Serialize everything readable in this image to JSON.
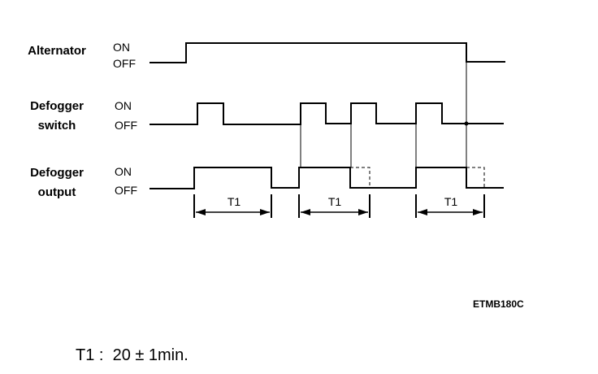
{
  "signals": [
    {
      "name": "Alternator",
      "on_label": "ON",
      "off_label": "OFF"
    },
    {
      "name_line1": "Defogger",
      "name_line2": "switch",
      "on_label": "ON",
      "off_label": "OFF"
    },
    {
      "name_line1": "Defogger",
      "name_line2": "output",
      "on_label": "ON",
      "off_label": "OFF"
    }
  ],
  "intervals": [
    {
      "label": "T1"
    },
    {
      "label": "T1"
    },
    {
      "label": "T1"
    }
  ],
  "figure_code": "ETMB180C",
  "note": "T1 :  20 ± 1min."
}
